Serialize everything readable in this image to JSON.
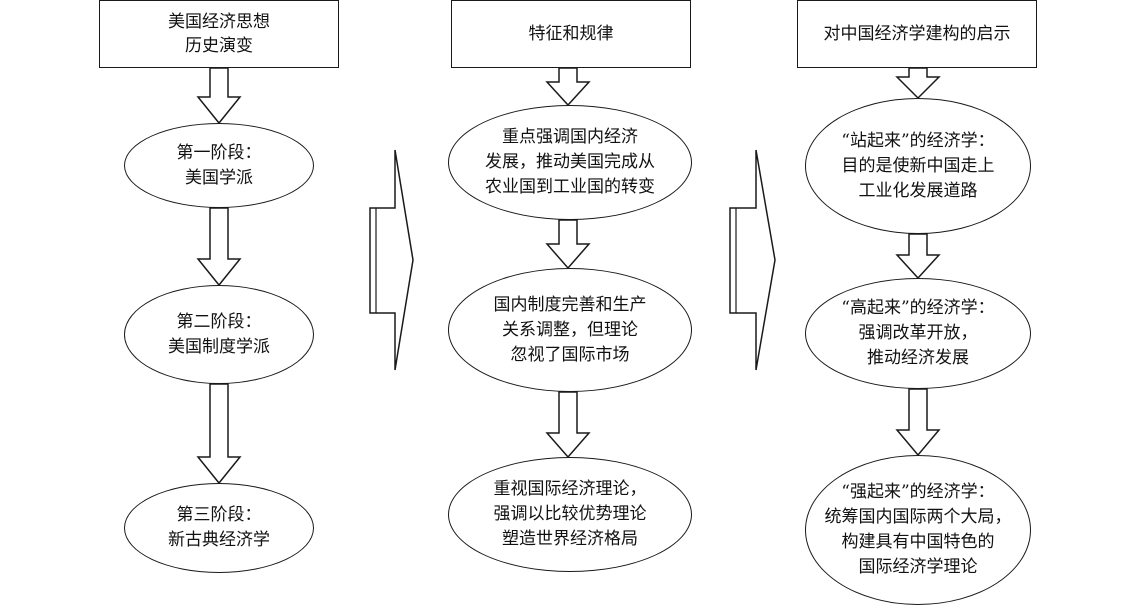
{
  "columns": [
    {
      "header": "美国经济思想\n历史演变",
      "nodes": [
        "第一阶段：\n美国学派",
        "第二阶段：\n美国制度学派",
        "第三阶段：\n新古典经济学"
      ]
    },
    {
      "header": "特征和规律",
      "nodes": [
        "重点强调国内经济\n发展，推动美国完成从\n农业国到工业国的转变",
        "国内制度完善和生产\n关系调整，但理论\n忽视了国际市场",
        "重视国际经济理论，\n强调以比较优势理论\n塑造世界经济格局"
      ]
    },
    {
      "header": "对中国经济学建构的启示",
      "nodes": [
        "“站起来”的经济学：\n目的是使新中国走上\n工业化发展道路",
        "“高起来”的经济学：\n强调改革开放，\n推动经济发展",
        "“强起来”的经济学：\n统筹国内国际两个大局，\n构建具有中国特色的\n国际经济学理论"
      ]
    }
  ]
}
